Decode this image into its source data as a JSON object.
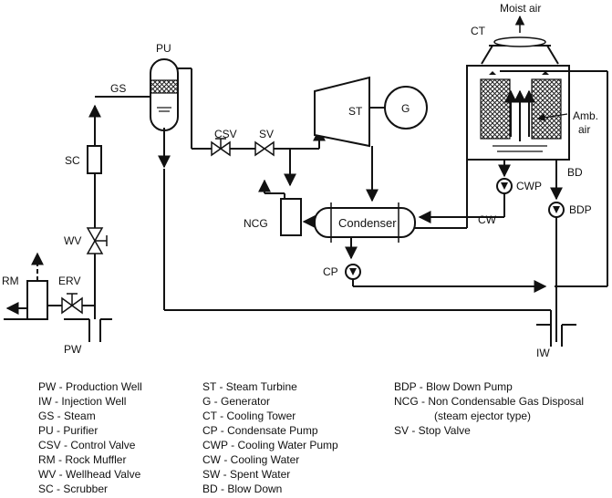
{
  "diagram": {
    "labels": {
      "moist_air": "Moist air",
      "ct": "CT",
      "pu": "PU",
      "gs": "GS",
      "st": "ST",
      "g": "G",
      "amb_air_1": "Amb.",
      "amb_air_2": "air",
      "sc": "SC",
      "csv": "CSV",
      "sv": "SV",
      "cwp": "CWP",
      "bd": "BD",
      "bdp": "BDP",
      "ncg": "NCG",
      "condenser": "Condenser",
      "cw": "CW",
      "wv": "WV",
      "rm": "RM",
      "erv": "ERV",
      "cp": "CP",
      "pw": "PW",
      "iw": "IW"
    },
    "legend": {
      "col1": [
        "PW - Production Well",
        "IW - Injection Well",
        "GS - Steam",
        "PU - Purifier",
        "CSV - Control Valve",
        "RM - Rock Muffler",
        "WV - Wellhead Valve",
        "SC - Scrubber"
      ],
      "col2": [
        "ST - Steam Turbine",
        "G - Generator",
        "CT - Cooling Tower",
        "CP - Condensate Pump",
        "CWP - Cooling Water Pump",
        "CW - Cooling Water",
        "SW - Spent Water",
        "BD - Blow Down"
      ],
      "col3": [
        "BDP - Blow Down Pump",
        "NCG - Non Condensable Gas Disposal",
        "(steam ejector type)",
        "SV - Stop Valve"
      ]
    }
  }
}
